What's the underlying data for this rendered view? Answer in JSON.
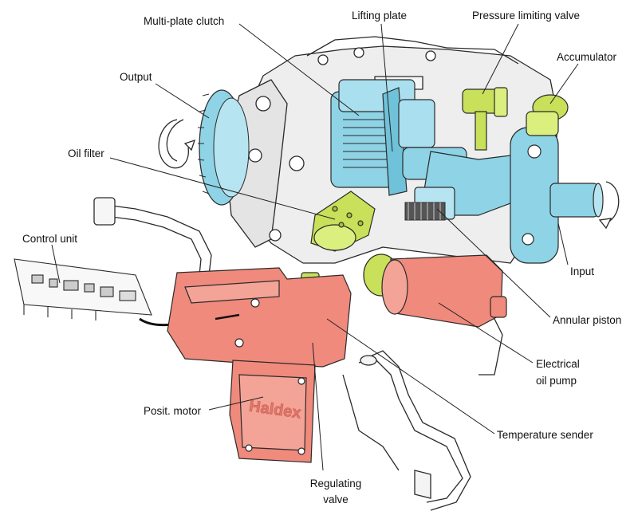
{
  "labels": {
    "multi_plate_clutch": "Multi-plate clutch",
    "lifting_plate": "Lifting plate",
    "pressure_limiting_valve": "Pressure limiting valve",
    "accumulator": "Accumulator",
    "output": "Output",
    "oil_filter": "Oil filter",
    "control_unit": "Control unit",
    "input": "Input",
    "annular_piston": "Annular piston",
    "electrical_oil_pump_line1": "Electrical",
    "electrical_oil_pump_line2": "oil pump",
    "posit_motor": "Posit. motor",
    "temperature_sender": "Temperature sender",
    "regulating_valve_line1": "Regulating",
    "regulating_valve_line2": "valve"
  },
  "housing_logo": "Haldex",
  "colors": {
    "clutch_blue": "#8fd3e6",
    "valve_green": "#c8e05a",
    "motor_red": "#f08a7c",
    "housing_gray": "#eeeeee",
    "outline": "#2a2a2a",
    "leader_line": "#222222"
  }
}
